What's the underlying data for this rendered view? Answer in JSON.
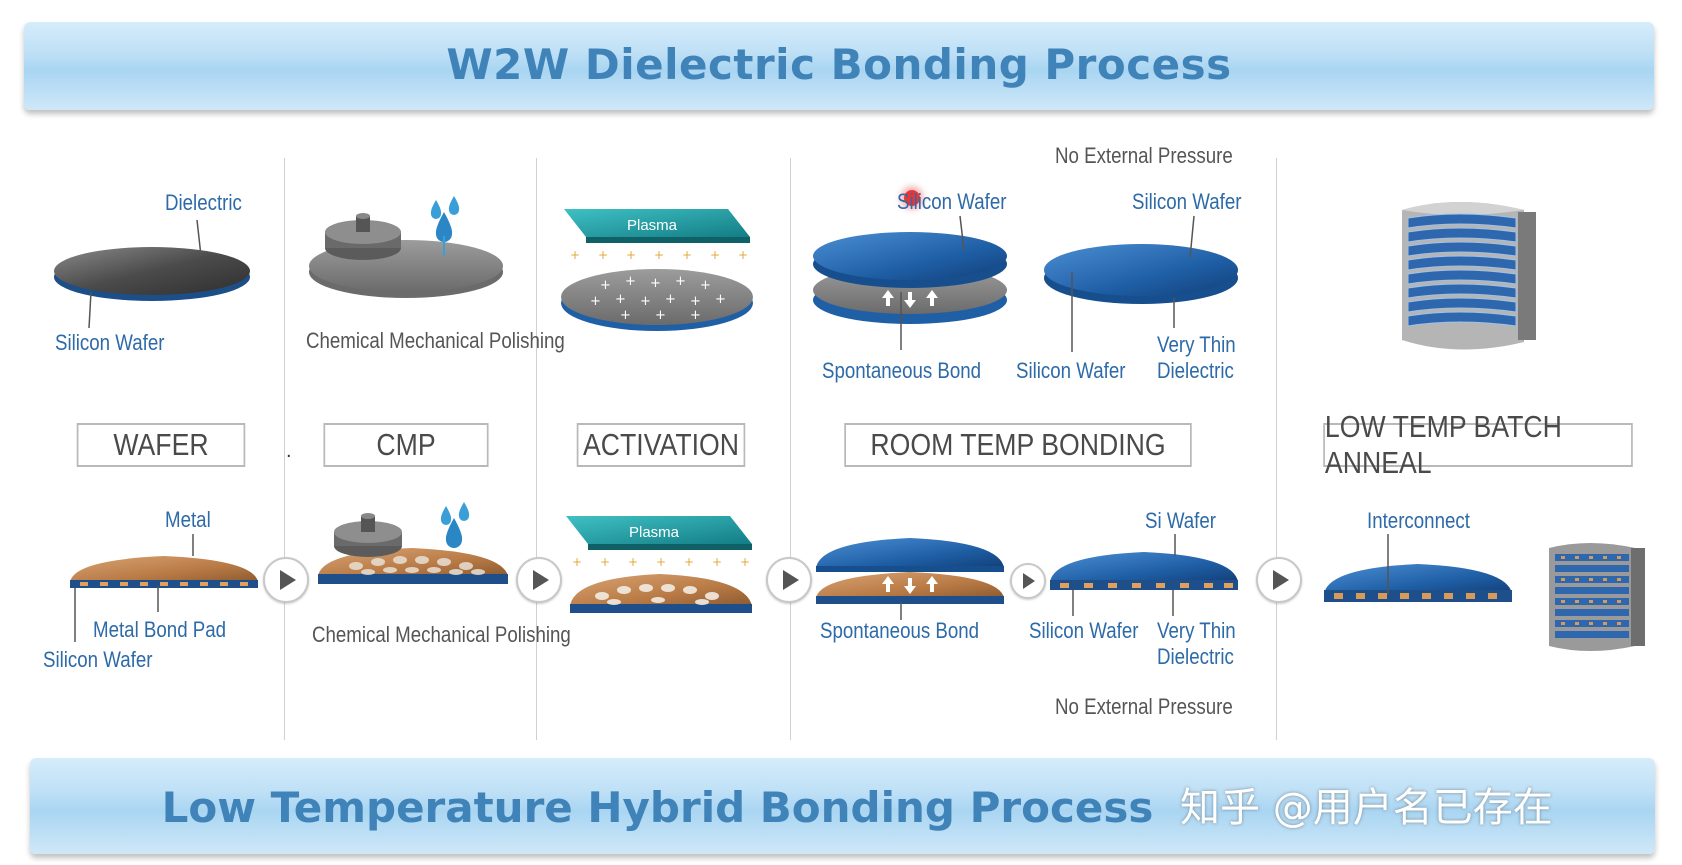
{
  "title_top": "W2W Dielectric Bonding Process",
  "title_bottom": "Low Temperature Hybrid Bonding Process",
  "watermark": "知乎 @用户名已存在",
  "stages": [
    "WAFER",
    "CMP",
    "ACTIVATION",
    "ROOM TEMP BONDING",
    "LOW TEMP BATCH ANNEAL"
  ],
  "stage_separator": ".",
  "top_labels": {
    "dielectric": "Dielectric",
    "silicon_wafer_1": "Silicon Wafer",
    "cmp": "Chemical Mechanical Polishing",
    "plasma": "Plasma",
    "silicon_wafer_2": "Silicon Wafer",
    "silicon_wafer_3": "Silicon Wafer",
    "spontaneous_bond": "Spontaneous Bond",
    "silicon_wafer_4": "Silicon Wafer",
    "very_thin_dielectric": "Very Thin Dielectric",
    "no_external_pressure": "No External Pressure"
  },
  "bottom_labels": {
    "metal": "Metal",
    "metal_bond_pad": "Metal Bond Pad",
    "silicon_wafer_1": "Silicon Wafer",
    "cmp": "Chemical Mechanical Polishing",
    "plasma": "Plasma",
    "spontaneous_bond": "Spontaneous Bond",
    "si_wafer": "Si Wafer",
    "silicon_wafer_2": "Silicon Wafer",
    "very_thin_dielectric": "Very Thin Dielectric",
    "no_external_pressure": "No External Pressure",
    "interconnect": "Interconnect"
  },
  "colors": {
    "title": "#3f83b9",
    "label_blue": "#2d6aa8",
    "wafer_blue": "#1f5fa6",
    "metal": "#b87a45",
    "plasma": "#1e9aa0"
  }
}
